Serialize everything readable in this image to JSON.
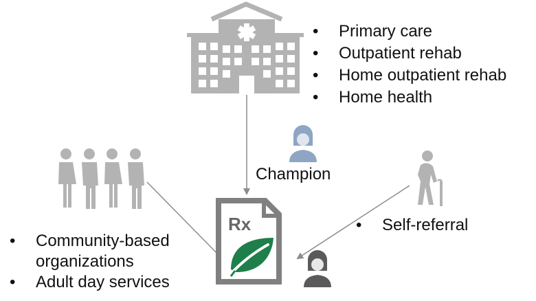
{
  "hospital_services": [
    "Primary care",
    "Outpatient rehab",
    "Home outpatient rehab",
    "Home health"
  ],
  "champion_label": "Champion",
  "self_referral_label": "Self-referral",
  "community_sources": {
    "items": [
      "Community-based\norganizations",
      "Adult day services"
    ]
  },
  "prescription_badge": "Rx",
  "colors": {
    "icon_gray": "#b3b3b3",
    "document_gray": "#808080",
    "leaf_green": "#1e7f4a",
    "arrow_gray": "#8c8c8c",
    "champion_blue": "#8ea5c4",
    "champion_dark": "#5a5a5a"
  },
  "icons": {
    "hospital": "hospital-building-icon",
    "people_group": "people-group-icon",
    "elderly": "elderly-person-with-cane-icon",
    "champion_top": "champion-person-icon",
    "champion_bottom": "champion-person-icon",
    "prescription": "prescription-document-leaf-icon"
  }
}
